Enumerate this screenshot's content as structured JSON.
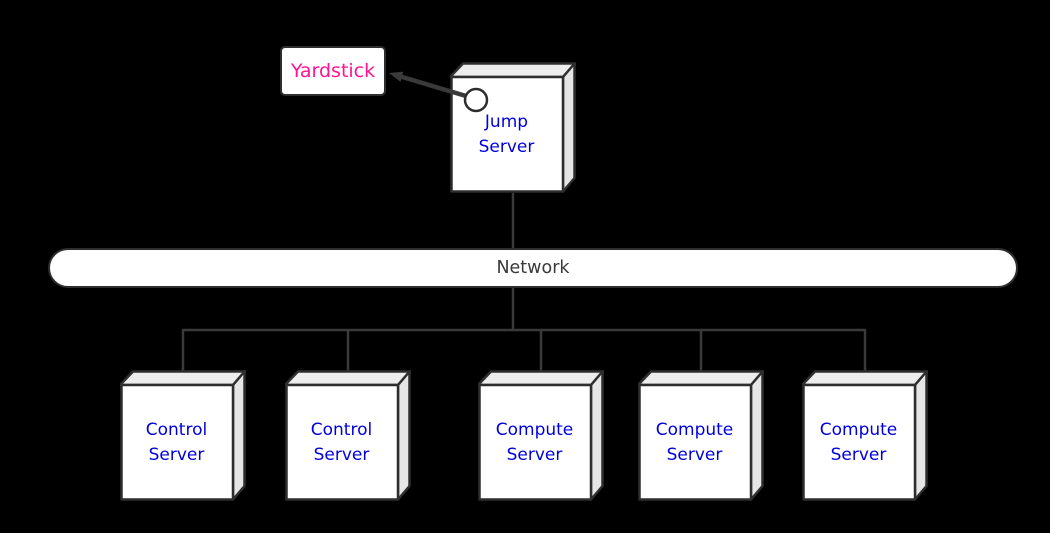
{
  "diagram": {
    "yardstick": {
      "label": "Yardstick"
    },
    "jump_server": {
      "label": "Jump\nServer"
    },
    "network": {
      "label": "Network"
    },
    "servers": [
      {
        "label": "Control\nServer"
      },
      {
        "label": "Control\nServer"
      },
      {
        "label": "Compute\nServer"
      },
      {
        "label": "Compute\nServer"
      },
      {
        "label": "Compute\nServer"
      }
    ],
    "colors": {
      "background": "#000000",
      "yardstick_text": "#FF1392",
      "server_text": "#0000DC",
      "network_text": "#3A3A3A",
      "wire": "#3A3A3A",
      "box_border": "#2E2E2E",
      "box_front": "#FFFFFF",
      "box_top": "#EDEDED",
      "box_side": "#E6E6E6"
    }
  }
}
